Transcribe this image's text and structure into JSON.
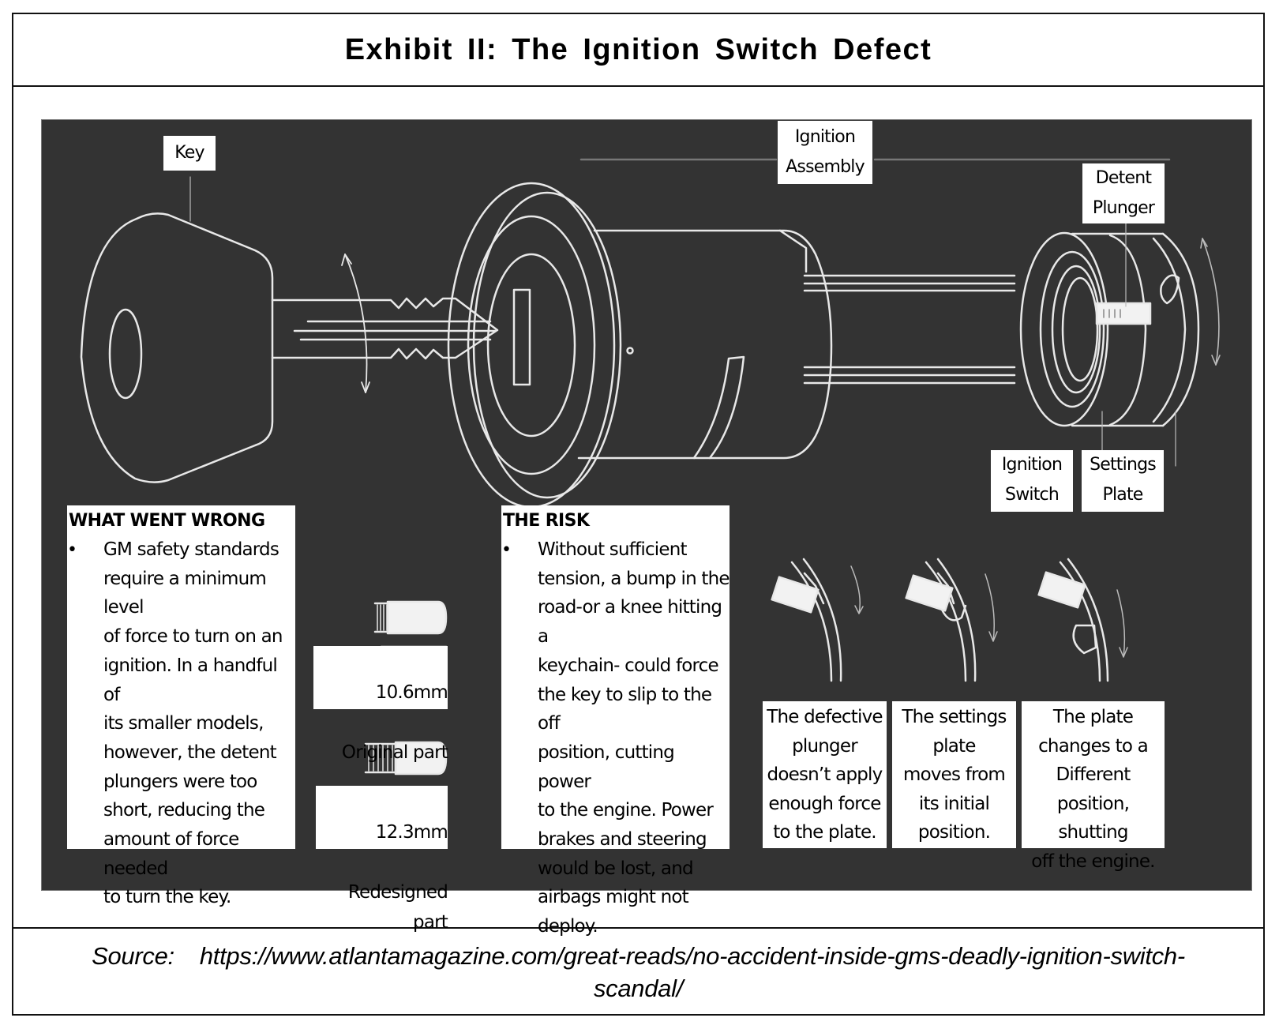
{
  "exhibit": {
    "title": "Exhibit II: The Ignition Switch Defect"
  },
  "diagram": {
    "labels": {
      "key": "Key",
      "ignition_assembly": "Ignition\nAssembly",
      "detent_plunger": "Detent\nPlunger",
      "ignition_switch": "Ignition\nSwitch",
      "settings_plate": "Settings\nPlate"
    },
    "what_went_wrong": {
      "heading": "WHAT WENT WRONG",
      "bullet": "•",
      "text": "GM safety standards\nrequire a minimum level\nof force to turn on an\nignition. In a handful of\nits smaller models,\nhowever, the detent\nplungers were too\nshort, reducing the\namount of force needed\nto turn the key."
    },
    "parts": [
      {
        "size": "10.6mm",
        "name": "Original part"
      },
      {
        "size": "12.3mm",
        "name": "Redesigned part"
      }
    ],
    "the_risk": {
      "heading": "THE RISK",
      "bullet": "•",
      "text": "Without sufficient\ntension, a bump in the\nroad-or a knee hitting a\nkeychain- could force\nthe key to slip to the off\nposition, cutting power\nto the engine. Power\nbrakes and steering\nwould be lost, and\nairbags might not\ndeploy."
    },
    "steps": [
      {
        "text": "The defective\nplunger\ndoesn’t apply\nenough force\nto the plate."
      },
      {
        "text": "The settings\nplate\nmoves from\nits initial\nposition."
      },
      {
        "text": "The plate\nchanges to a\nDifferent\nposition, shutting\noff the engine."
      }
    ]
  },
  "source": {
    "label": "Source:",
    "url": "https://www.atlantamagazine.com/great-reads/no-accident-inside-gms-deadly-ignition-switch-scandal/"
  },
  "colors": {
    "panel_background": "#333333",
    "line_art": "#e8e8e8"
  }
}
